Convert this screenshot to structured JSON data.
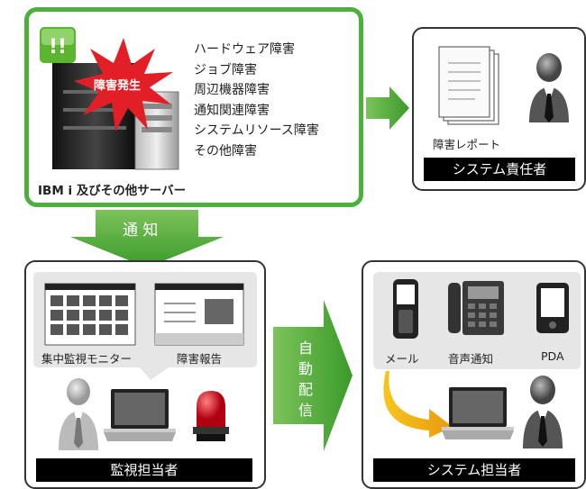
{
  "server_panel": {
    "title": "IBM i 及びその他サーバー",
    "burst_text": "障害発生",
    "failures": [
      "ハードウェア障害",
      "ジョブ障害",
      "周辺機器障害",
      "通知関連障害",
      "システムリソース障害",
      "その他障害"
    ]
  },
  "admin_panel": {
    "report_label": "障害レポート",
    "role": "システム責任者"
  },
  "notify_arrow": {
    "label": "通 知"
  },
  "monitor_panel": {
    "monitor_label": "集中監視モニター",
    "report_label": "障害報告",
    "role": "監視担当者"
  },
  "delivery_arrow": {
    "label_chars": [
      "自",
      "動",
      "配",
      "信"
    ]
  },
  "operator_panel": {
    "devices": [
      "メール",
      "音声通知",
      "PDA"
    ],
    "role": "システム担当者"
  },
  "colors": {
    "green": "#4bb13a",
    "red": "#e02020",
    "black": "#000000"
  }
}
